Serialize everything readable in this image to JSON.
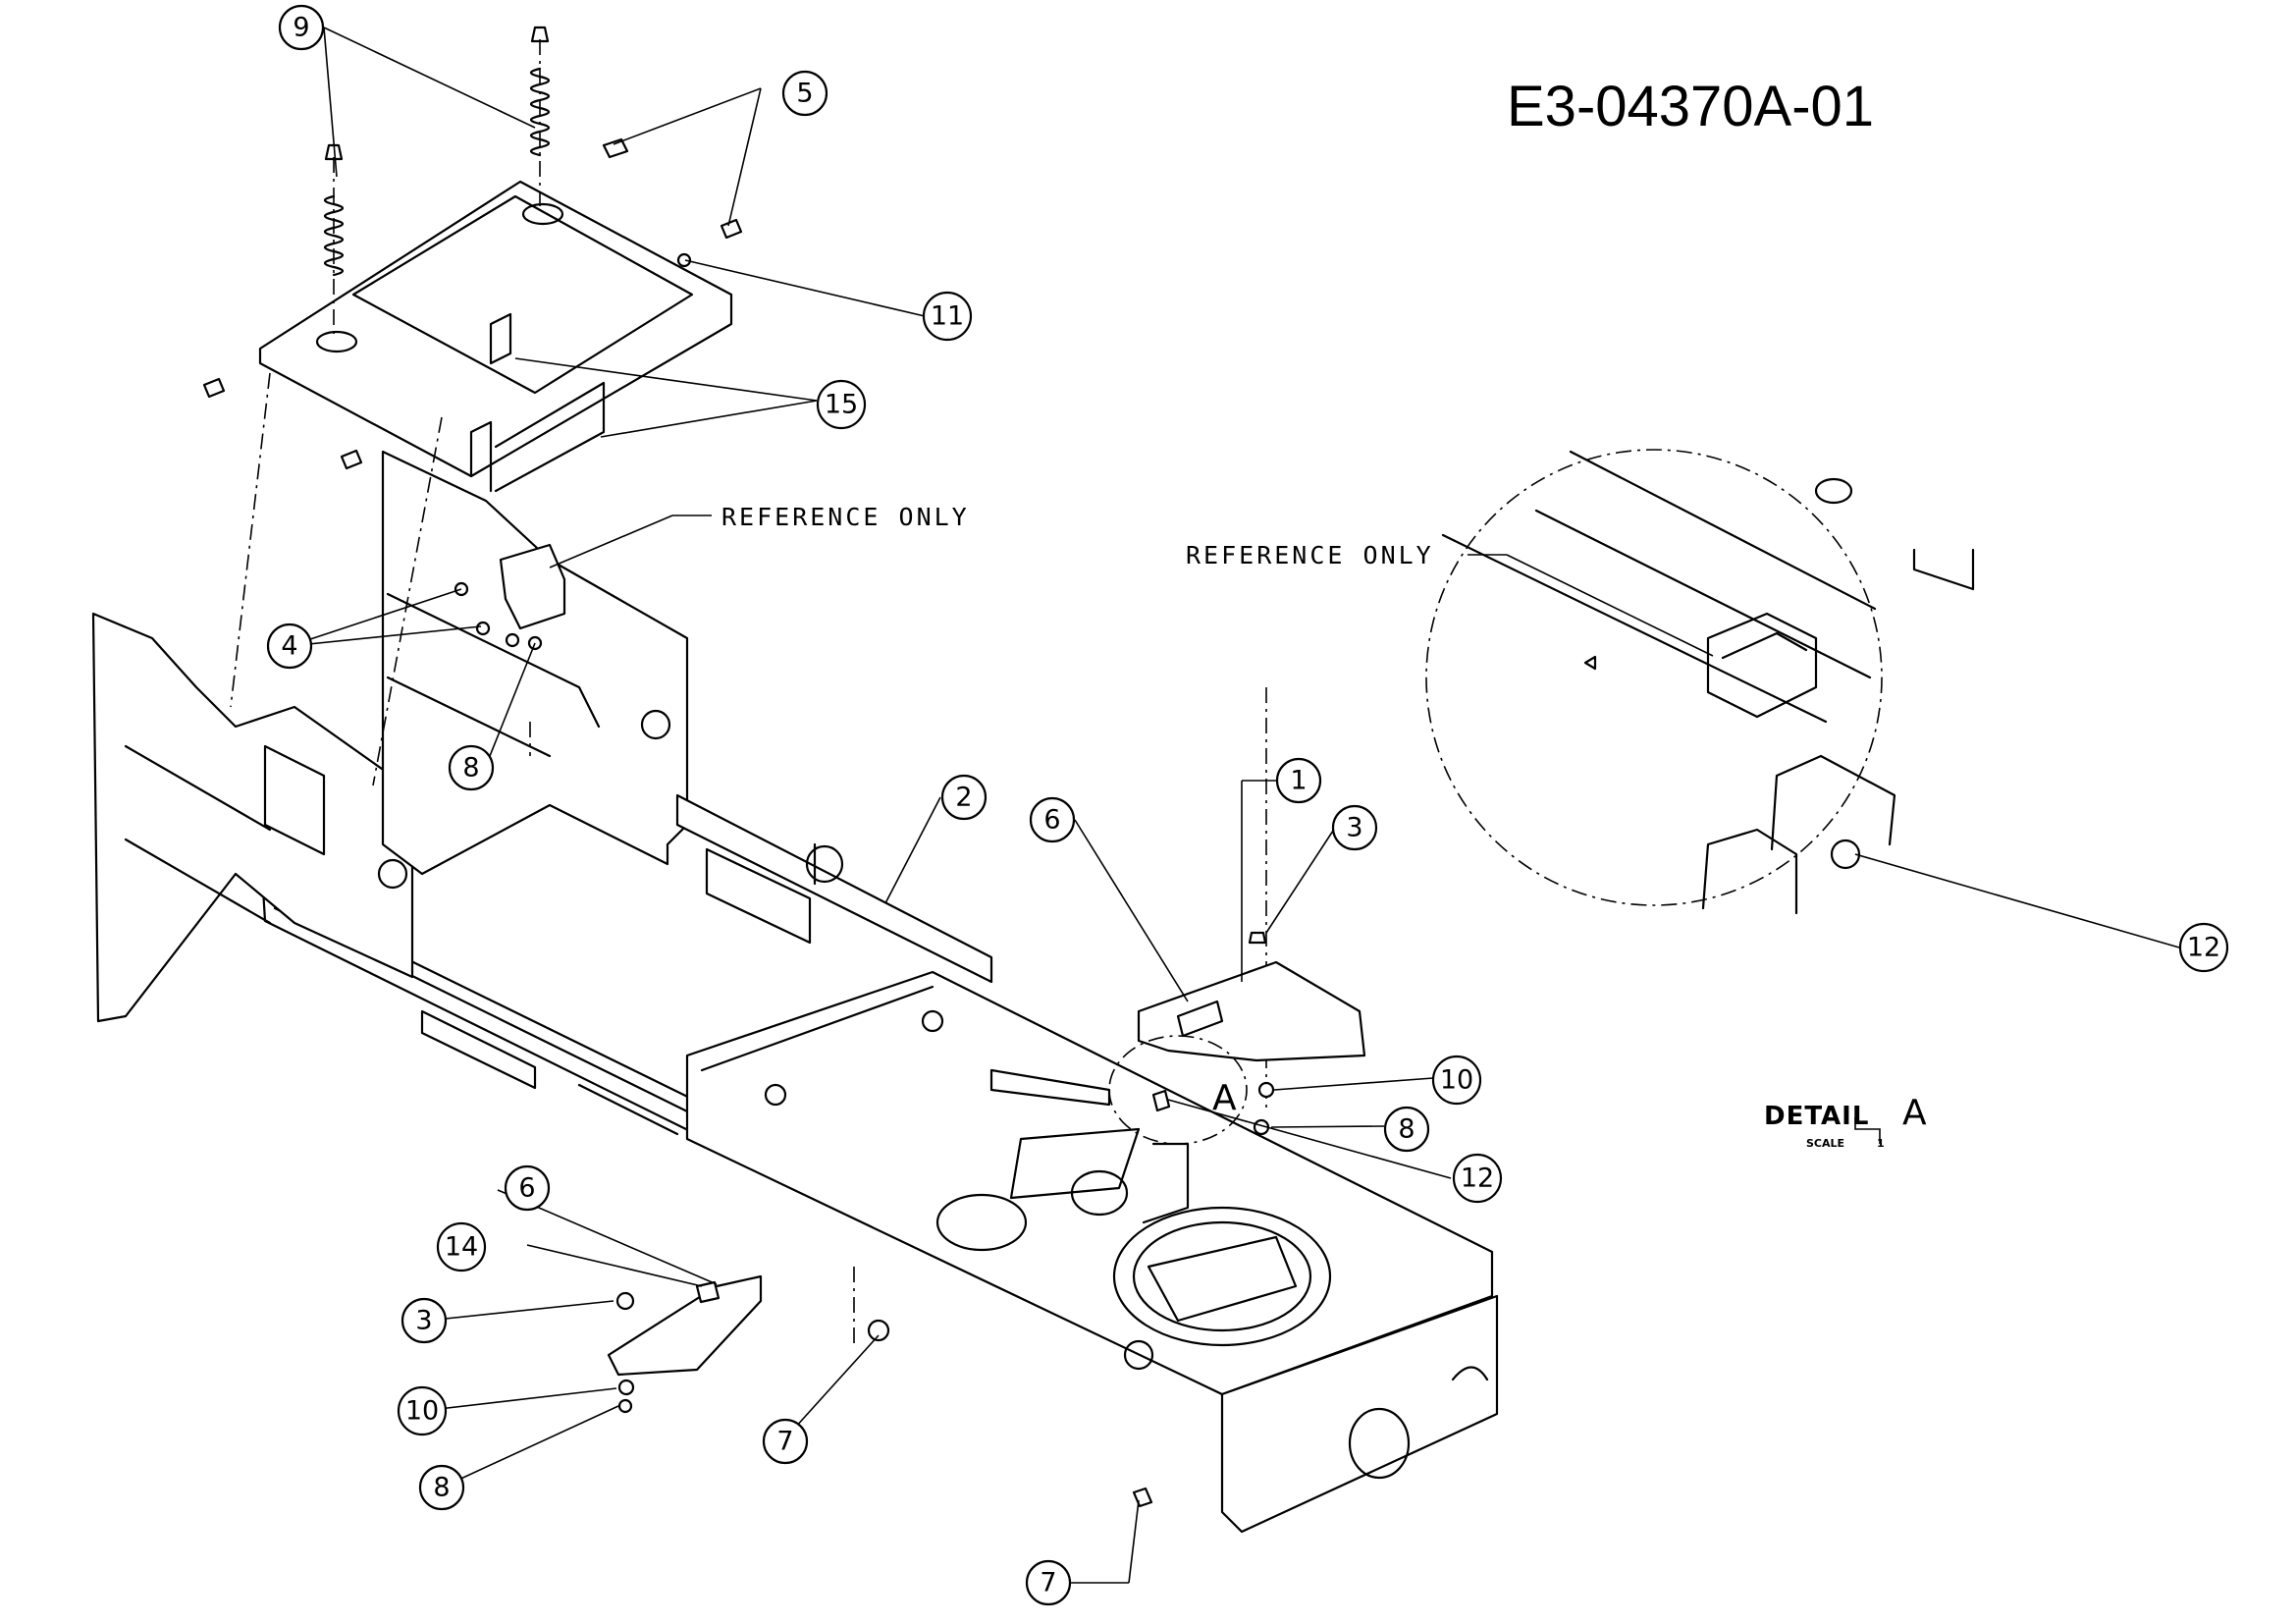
{
  "drawing_number": "E3-04370A-01",
  "reference_note": "REFERENCE ONLY",
  "detail": {
    "label": "DETAIL",
    "letter": "A",
    "scale_label": "SCALE",
    "scale_value": "1"
  },
  "view_marker": "A",
  "callouts": [
    "1",
    "2",
    "3",
    "3",
    "4",
    "5",
    "6",
    "6",
    "7",
    "7",
    "8",
    "8",
    "8",
    "9",
    "10",
    "10",
    "11",
    "12",
    "12",
    "14",
    "15"
  ]
}
